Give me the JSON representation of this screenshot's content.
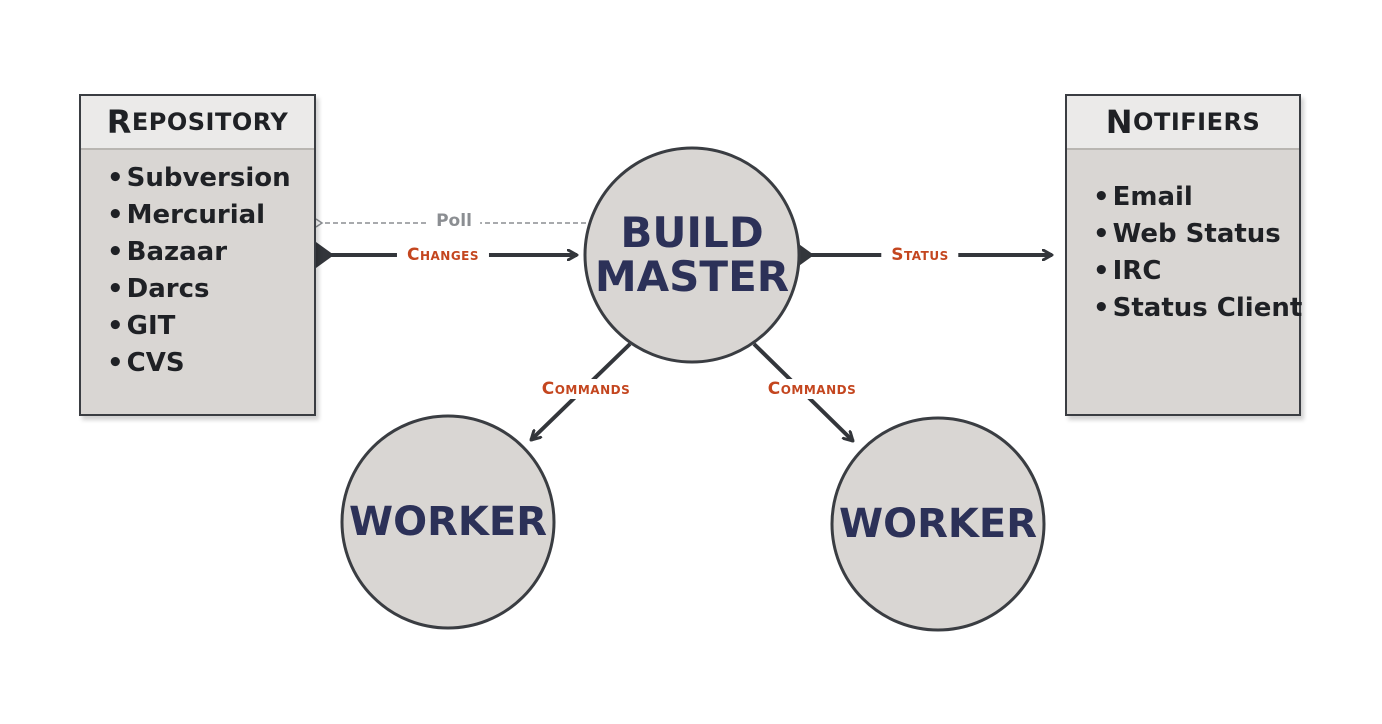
{
  "repository": {
    "title": "Repository",
    "items": [
      "Subversion",
      "Mercurial",
      "Bazaar",
      "Darcs",
      "GIT",
      "CVS"
    ]
  },
  "notifiers": {
    "title": "Notifiers",
    "items": [
      "Email",
      "Web Status",
      "IRC",
      "Status Client"
    ]
  },
  "build_master": {
    "line1": "BUILD",
    "line2": "MASTER"
  },
  "workers": [
    {
      "label": "WORKER"
    },
    {
      "label": "WORKER"
    }
  ],
  "edges": {
    "poll": "Poll",
    "changes": "Changes",
    "status": "Status",
    "commands_left": "Commands",
    "commands_right": "Commands"
  },
  "colors": {
    "node_fill": "#d9d6d3",
    "node_stroke": "#3a3d42",
    "node_text": "#2c3158",
    "edge_label": "#c4461f",
    "poll": "#8b8e92",
    "arrow": "#33363b"
  }
}
